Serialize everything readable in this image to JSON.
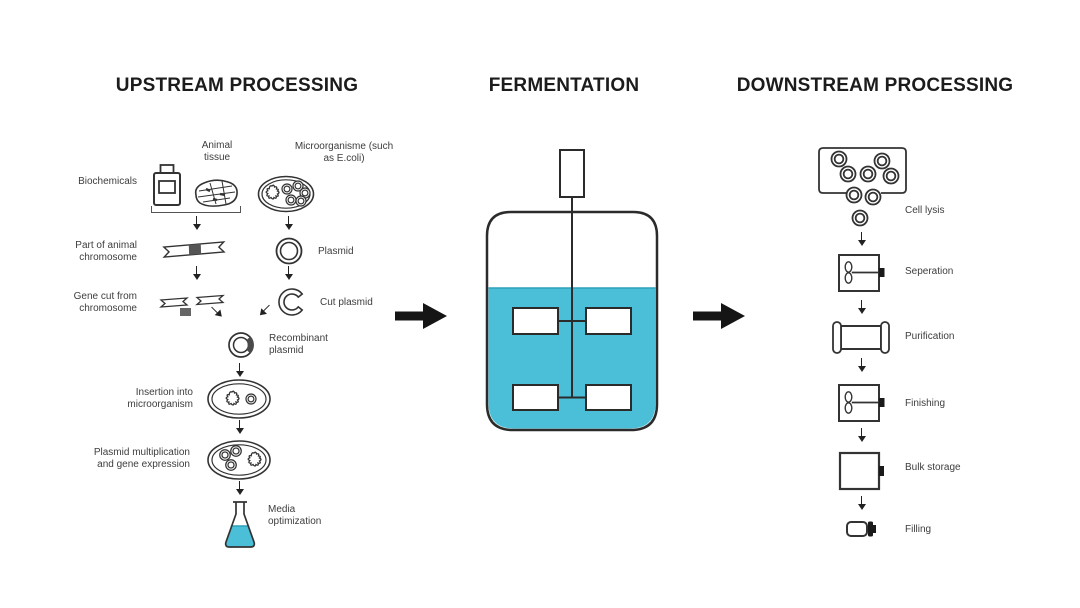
{
  "colors": {
    "liquid_teal": "#4cbfd8",
    "ink": "#222222"
  },
  "sections": {
    "upstream": {
      "title": "UPSTREAM PROCESSING",
      "labels": {
        "biochemicals": "Biochemicals",
        "animal_tissue": "Animal tissue",
        "microorganism": "Microorganisme (such as E.coli)",
        "part_of_animal_chromosome": "Part of animal chromosome",
        "plasmid": "Plasmid",
        "gene_cut_from_chromosome": "Gene cut from chromosome",
        "cut_plasmid": "Cut plasmid",
        "recombinant_plasmid": "Recombinant plasmid",
        "insertion_into_microorganism": "Insertion into microorganism",
        "plasmid_multiplication": "Plasmid multiplication and gene expression",
        "media_optimization": "Media optimization"
      }
    },
    "fermentation": {
      "title": "FERMENTATION"
    },
    "downstream": {
      "title": "DOWNSTREAM PROCESSING",
      "steps": [
        {
          "id": "cell-lysis",
          "label": "Cell lysis"
        },
        {
          "id": "separation",
          "label": "Seperation"
        },
        {
          "id": "purification",
          "label": "Purification"
        },
        {
          "id": "finishing",
          "label": "Finishing"
        },
        {
          "id": "bulk-storage",
          "label": "Bulk storage"
        },
        {
          "id": "filling",
          "label": "Filling"
        }
      ]
    }
  }
}
